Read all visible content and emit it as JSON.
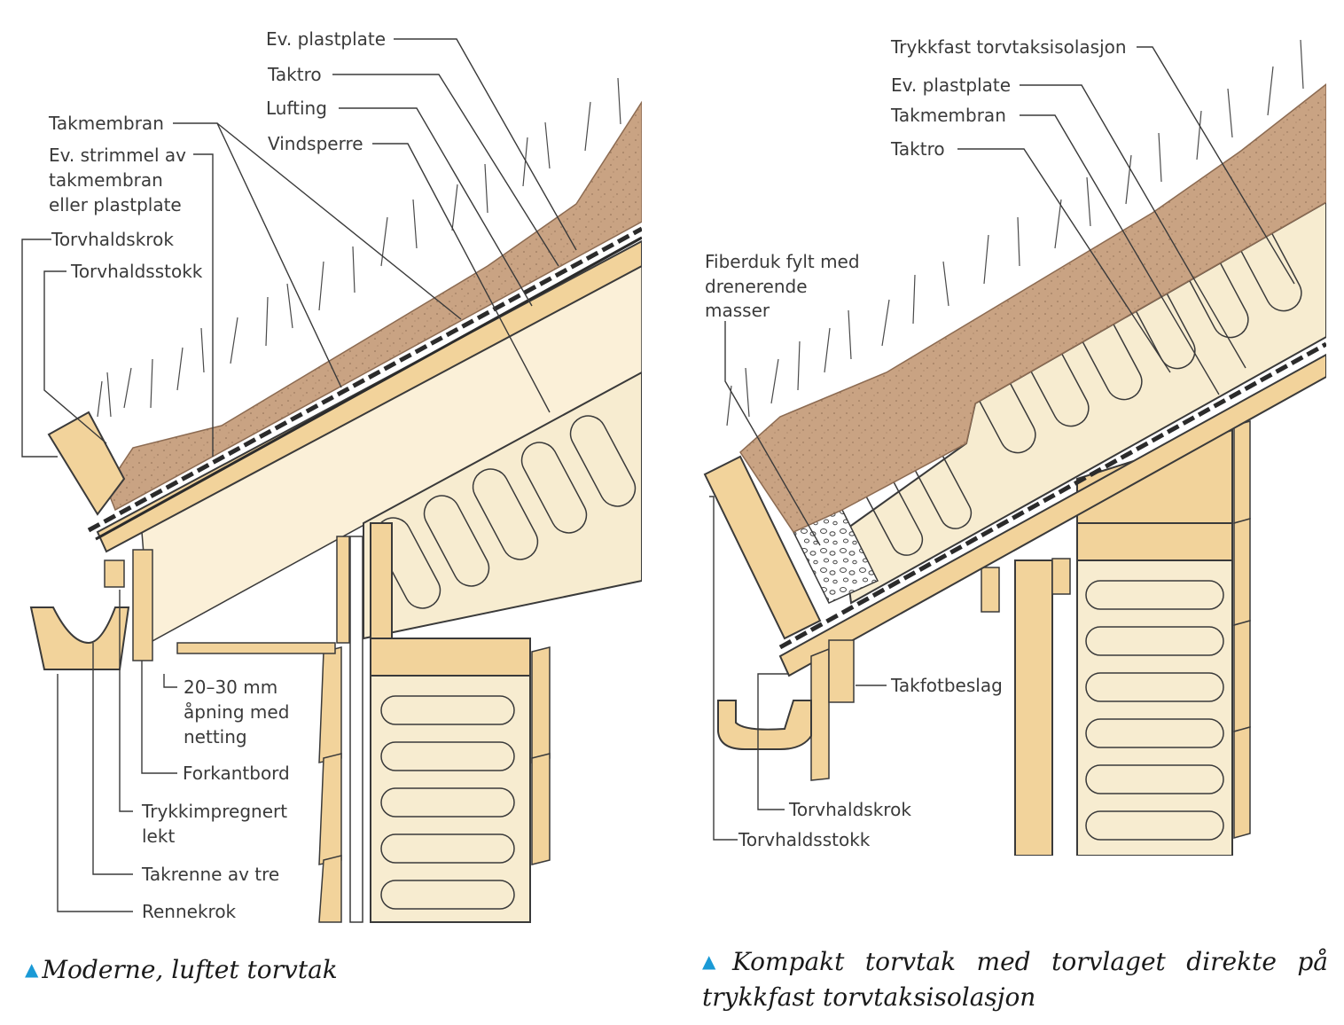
{
  "colors": {
    "soil": "#c9a383",
    "soil_dark": "#8c6b52",
    "wood": "#f2d39b",
    "insulation": "#f7ecd0",
    "board": "#fbf0d8",
    "membrane": "#2b2b2b",
    "line": "#3a3a3a",
    "caption_marker": "#1a9ad6"
  },
  "left_diagram": {
    "labels": {
      "ev_plastplate": "Ev. plastplate",
      "taktro": "Taktro",
      "lufting": "Lufting",
      "vindsperre": "Vindsperre",
      "takmembran": "Takmembran",
      "ev_strimmel_1": "Ev. strimmel av",
      "ev_strimmel_2": "takmembran",
      "ev_strimmel_3": "eller plastplate",
      "torvhaldskrok": "Torvhaldskrok",
      "torvhaldsstokk": "Torvhaldsstokk",
      "apning_1": "20–30 mm",
      "apning_2": "åpning med",
      "apning_3": "netting",
      "forkantbord": "Forkantbord",
      "trykkimpregnert_1": "Trykkimpregnert",
      "trykkimpregnert_2": "lekt",
      "takrenne": "Takrenne av tre",
      "rennekrok": "Rennekrok"
    },
    "caption": "Moderne, luftet torvtak"
  },
  "right_diagram": {
    "labels": {
      "trykkfast": "Trykkfast torvtaksisolasjon",
      "ev_plastplate": "Ev. plastplate",
      "takmembran": "Takmembran",
      "taktro": "Taktro",
      "fiberduk_1": "Fiberduk fylt med",
      "fiberduk_2": "drenerende",
      "fiberduk_3": "masser",
      "takfotbeslag": "Takfotbeslag",
      "torvhaldskrok": "Torvhaldskrok",
      "torvhaldsstokk": "Torvhaldsstokk"
    },
    "caption": "Kompakt torvtak med torvlaget direkte på trykkfast torvtaksisolasjon"
  },
  "icons": {
    "caption_marker": "triangle-up-icon"
  }
}
